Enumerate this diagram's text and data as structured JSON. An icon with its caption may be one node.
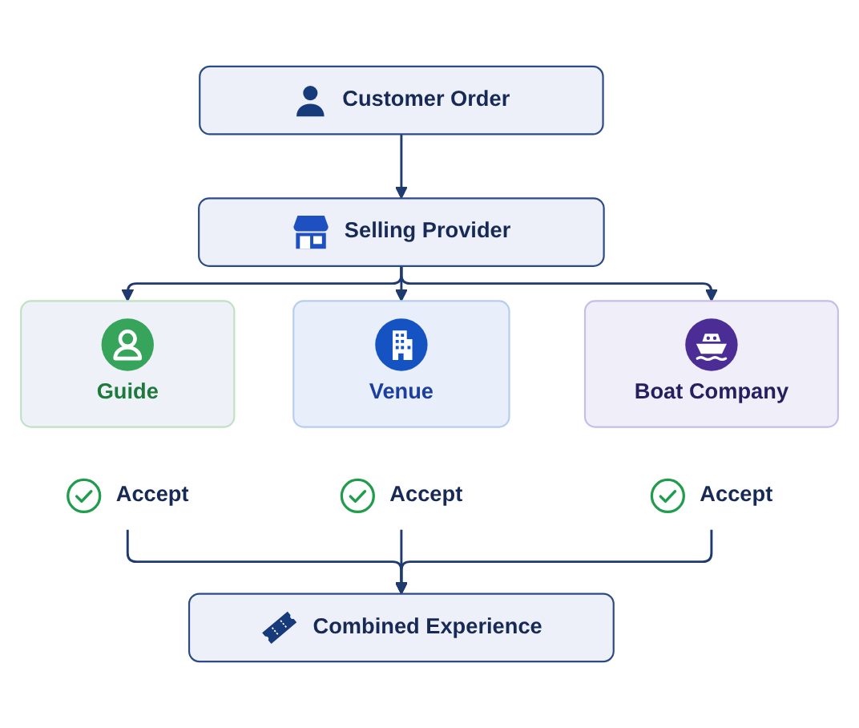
{
  "diagram": {
    "nodes": [
      {
        "text": [
          "Customer Order"
        ]
      },
      {
        "text": [
          "Selling Provider"
        ]
      },
      {
        "text": [
          "Guide"
        ]
      },
      {
        "text": [
          "Venue"
        ]
      },
      {
        "text": [
          "Boat Company"
        ]
      },
      {
        "text": [
          "Accept"
        ]
      },
      {
        "text": [
          "Accept"
        ]
      },
      {
        "text": [
          "Accept"
        ]
      },
      {
        "text": [
          "Combined Experience"
        ]
      }
    ],
    "edges": [
      {
        "from": 0,
        "to": 1,
        "arrow": "to"
      },
      {
        "from": 1,
        "to": 2,
        "arrow": "to"
      },
      {
        "from": 1,
        "to": 3,
        "arrow": "to"
      },
      {
        "from": 1,
        "to": 4,
        "arrow": "to"
      },
      {
        "from": 5,
        "to": 8,
        "arrow": "to"
      },
      {
        "from": 6,
        "to": 8,
        "arrow": "to"
      },
      {
        "from": 7,
        "to": 8,
        "arrow": "to"
      }
    ]
  }
}
